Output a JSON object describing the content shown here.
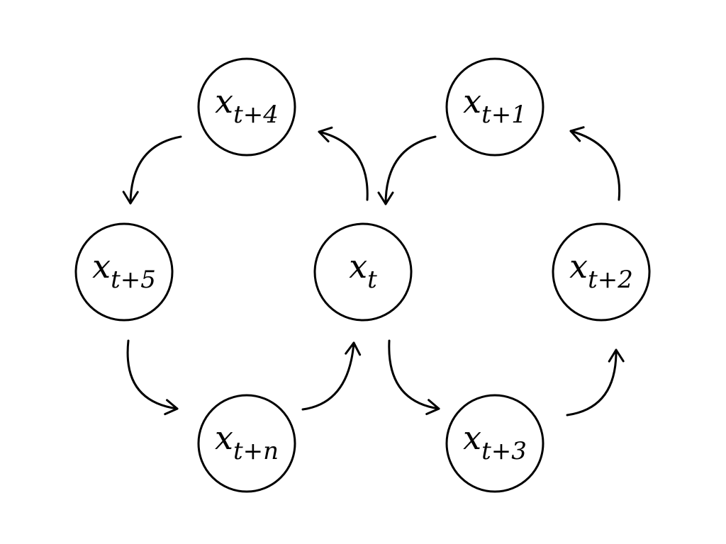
{
  "nodes": [
    {
      "id": "xt",
      "base": "x",
      "sub": "t",
      "name": "node-x-t"
    },
    {
      "id": "xt1",
      "base": "x",
      "sub": "t+1",
      "name": "node-x-t-plus-1"
    },
    {
      "id": "xt2",
      "base": "x",
      "sub": "t+2",
      "name": "node-x-t-plus-2"
    },
    {
      "id": "xt3",
      "base": "x",
      "sub": "t+3",
      "name": "node-x-t-plus-3"
    },
    {
      "id": "xt4",
      "base": "x",
      "sub": "t+4",
      "name": "node-x-t-plus-4"
    },
    {
      "id": "xt5",
      "base": "x",
      "sub": "t+5",
      "name": "node-x-t-plus-5"
    },
    {
      "id": "xtn",
      "base": "x",
      "sub": "t+n",
      "name": "node-x-t-plus-n"
    }
  ],
  "edges": [
    {
      "from": "xt",
      "to": "xt4",
      "name": "edge-xt-to-xt4"
    },
    {
      "from": "xt4",
      "to": "xt5",
      "name": "edge-xt4-to-xt5"
    },
    {
      "from": "xt5",
      "to": "xtn",
      "name": "edge-xt5-to-xtn"
    },
    {
      "from": "xtn",
      "to": "xt",
      "name": "edge-xtn-to-xt"
    },
    {
      "from": "xt1",
      "to": "xt",
      "name": "edge-xt1-to-xt"
    },
    {
      "from": "xt",
      "to": "xt3",
      "name": "edge-xt-to-xt3"
    },
    {
      "from": "xt3",
      "to": "xt2",
      "name": "edge-xt3-to-xt2"
    },
    {
      "from": "xt2",
      "to": "xt1",
      "name": "edge-xt2-to-xt1"
    }
  ]
}
